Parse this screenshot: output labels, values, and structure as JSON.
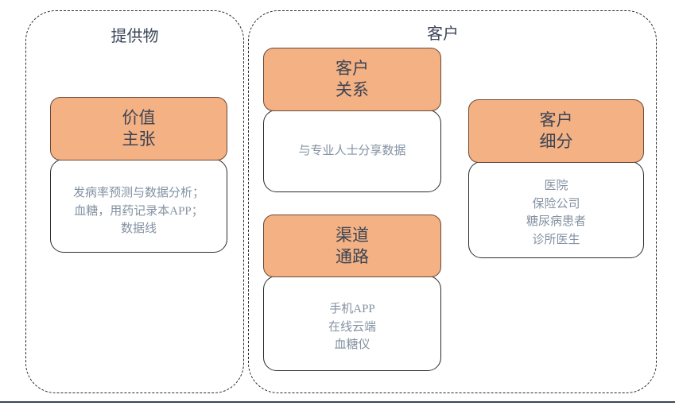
{
  "colors": {
    "header_fill": "#F4B183",
    "header_border": "#6B4A36",
    "header_text": "#3B4454",
    "body_fill": "#FFFFFF",
    "body_border": "#2B2B2B",
    "body_text": "#8492A2",
    "group_border": "#2B2B2B",
    "group_title_text": "#3B4659",
    "bottom_rule": "#3B4659",
    "background": "#FFFFFF"
  },
  "groups": [
    {
      "id": "offering",
      "title": "提供物"
    },
    {
      "id": "customer",
      "title": "客户"
    }
  ],
  "blocks": [
    {
      "id": "value-proposition",
      "group": "offering",
      "header_lines": [
        "价值",
        "主张"
      ],
      "body_lines": [
        "发病率预测与数据分析；",
        "血糖，用药记录本APP；",
        "数据线"
      ]
    },
    {
      "id": "customer-relationships",
      "group": "customer",
      "header_lines": [
        "客户",
        "关系"
      ],
      "body_lines": [
        "与专业人士分享数据"
      ]
    },
    {
      "id": "channels",
      "group": "customer",
      "header_lines": [
        "渠道",
        "通路"
      ],
      "body_lines": [
        "手机APP",
        "在线云端",
        "血糖仪"
      ]
    },
    {
      "id": "customer-segments",
      "group": "customer",
      "header_lines": [
        "客户",
        "细分"
      ],
      "body_lines": [
        "医院",
        "保险公司",
        "糖尿病患者",
        "诊所医生"
      ]
    }
  ]
}
